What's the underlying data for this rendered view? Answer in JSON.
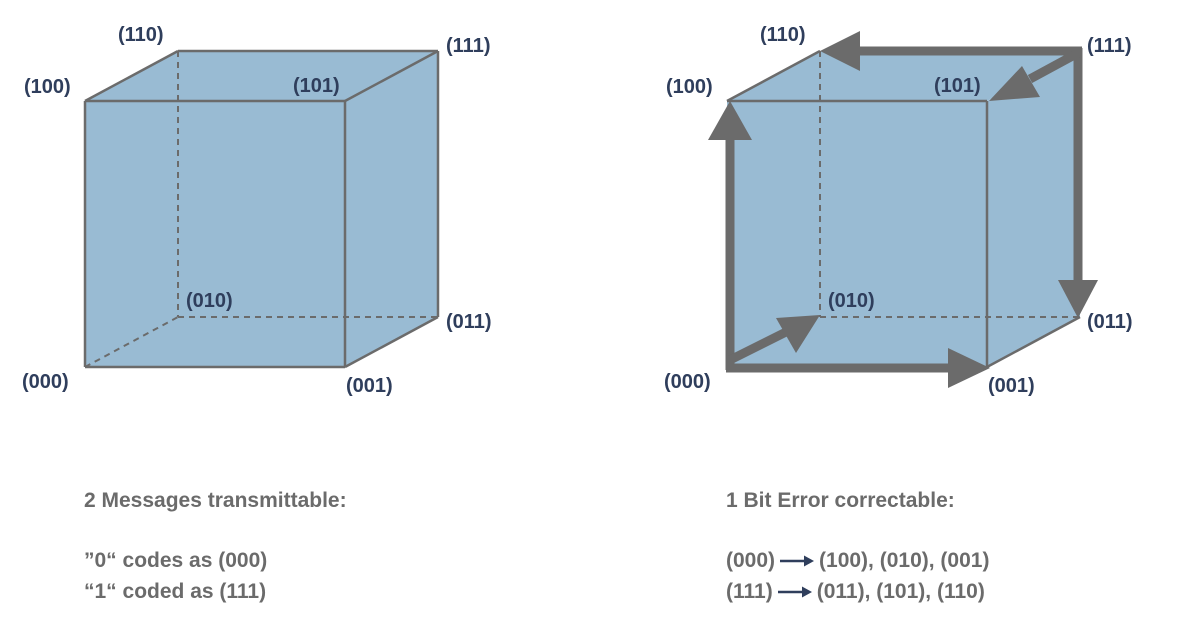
{
  "left_cube": {
    "labels": {
      "v110": "(110)",
      "v111": "(111)",
      "v100": "(100)",
      "v101": "(101)",
      "v010": "(010)",
      "v011": "(011)",
      "v000": "(000)",
      "v001": "(001)"
    }
  },
  "right_cube": {
    "labels": {
      "v110": "(110)",
      "v111": "(111)",
      "v100": "(100)",
      "v101": "(101)",
      "v010": "(010)",
      "v011": "(011)",
      "v000": "(000)",
      "v001": "(001)"
    }
  },
  "left_caption": {
    "heading": "2 Messages transmittable:",
    "line1": "”0“ codes as (000)",
    "line2": "“1“ coded as (111)"
  },
  "right_caption": {
    "heading": "1 Bit Error correctable:",
    "row1": {
      "source": "(000)",
      "targets": "(100), (010), (001)"
    },
    "row2": {
      "source": "(111)",
      "targets": "(011), (101), (110)"
    }
  },
  "colors": {
    "cube_fill": "#99bbd3",
    "edge": "#6b6b6b",
    "label": "#2f3e5c",
    "caption": "#6b6b6b",
    "map_arrow": "#2f3e5c"
  }
}
